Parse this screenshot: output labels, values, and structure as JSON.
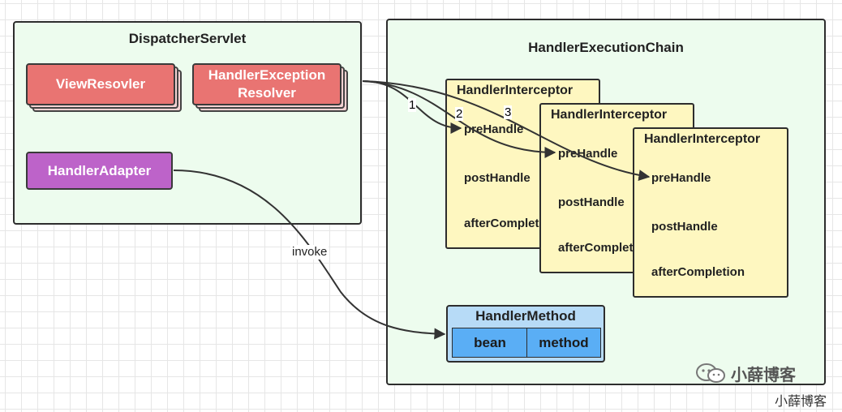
{
  "dispatcher_servlet": {
    "title": "DispatcherServlet",
    "view_resolver": "ViewResovler",
    "exception_resolver": "HandlerException\nResolver",
    "handler_adapter": "HandlerAdapter"
  },
  "execution_chain": {
    "title": "HandlerExecutionChain",
    "interceptors": [
      {
        "title": "HandlerInterceptor",
        "items": [
          "preHandle",
          "postHandle",
          "afterCompletion"
        ]
      },
      {
        "title": "HandlerInterceptor",
        "items": [
          "preHandle",
          "postHandle",
          "afterCompletion"
        ]
      },
      {
        "title": "HandlerInterceptor",
        "items": [
          "preHandle",
          "postHandle",
          "afterCompletion"
        ]
      }
    ],
    "handler_method": {
      "title": "HandlerMethod",
      "cells": [
        "bean",
        "method"
      ]
    }
  },
  "edges": {
    "order_labels": [
      "1",
      "2",
      "3"
    ],
    "invoke_label": "invoke"
  },
  "watermark": {
    "logo_text": "小薛博客",
    "caption": "小薛博客"
  },
  "colors": {
    "container_bg": "#edfcee",
    "resolver_red": "#e97472",
    "adapter_purple": "#bd63c9",
    "interceptor_yellow": "#fef7c0",
    "handler_method_blue": "#b7dbf7",
    "cell_blue": "#5aaef5"
  }
}
